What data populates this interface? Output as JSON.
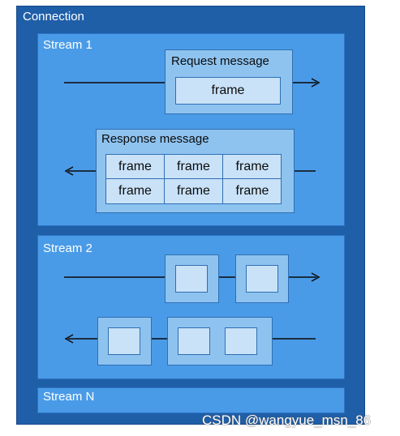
{
  "connection": {
    "label": "Connection"
  },
  "streams": [
    {
      "label": "Stream 1"
    },
    {
      "label": "Stream 2"
    },
    {
      "label": "Stream N"
    }
  ],
  "stream1": {
    "request": {
      "title": "Request message",
      "frames": [
        "frame"
      ]
    },
    "response": {
      "title": "Response message",
      "frames": [
        "frame",
        "frame",
        "frame",
        "frame",
        "frame",
        "frame"
      ]
    }
  },
  "watermark": "CSDN @wangyue_msn_86",
  "colors": {
    "connection": "#1f5fa8",
    "stream": "#4a9be7",
    "message": "#8ec3f0",
    "frame": "#c9e2f8"
  }
}
